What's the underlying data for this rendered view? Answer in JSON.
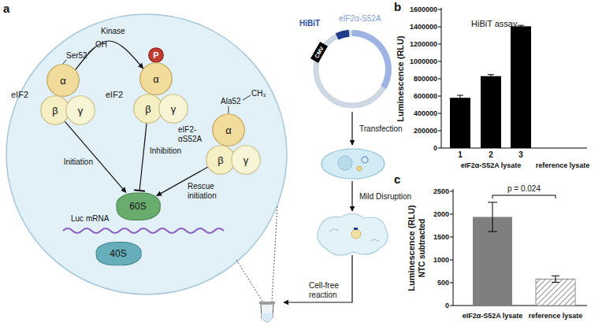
{
  "diagram": {
    "nodes": [
      {
        "text": [
          "α"
        ]
      },
      {
        "text": [
          "β"
        ]
      },
      {
        "text": [
          "γ"
        ]
      },
      {
        "text": [
          "P"
        ]
      },
      {
        "text": [
          "α"
        ]
      },
      {
        "text": [
          "β"
        ]
      },
      {
        "text": [
          "γ"
        ]
      },
      {
        "text": [
          "α"
        ]
      },
      {
        "text": [
          "β"
        ]
      },
      {
        "text": [
          "γ"
        ]
      },
      {
        "text": [
          "60S"
        ]
      },
      {
        "text": [
          "40S"
        ]
      },
      {
        "text": [
          "CMV"
        ]
      }
    ],
    "edges": [
      {
        "from": 0,
        "to": 4,
        "arrow": "to",
        "label": "Kinase"
      },
      {
        "from": 1,
        "to": 10,
        "arrow": "to",
        "label": "Initiation"
      },
      {
        "from": 5,
        "to": 10,
        "arrow": "to",
        "label": "Inhibition"
      },
      {
        "from": 8,
        "to": 10,
        "arrow": "to",
        "label": "Rescue initiation"
      }
    ],
    "labels": [
      "a",
      "Ser52",
      "OH",
      "eIF2",
      "eIF2",
      "Ala52",
      "CH₃",
      "eIF2- αS52A",
      "Luc mRNA",
      "HiBiT",
      "eIF2α-S52A",
      "Transfection",
      "Mild Disruption",
      "Cell-free reaction",
      "b",
      "HiBiT assay",
      "Luminescence (RLU)",
      "1600000",
      "1400000",
      "1200000",
      "1000000",
      "800000",
      "600000",
      "400000",
      "200000",
      "0",
      "1",
      "2",
      "3",
      "eIF2α-S52A lysate",
      "reference lysate",
      "c",
      "Luminescence (RLU)",
      "NTC subtracted",
      "2500",
      "2000",
      "1500",
      "1000",
      "500",
      "0",
      "p = 0.024",
      "eIF2α-S52A lysate",
      "reference lysate"
    ]
  }
}
